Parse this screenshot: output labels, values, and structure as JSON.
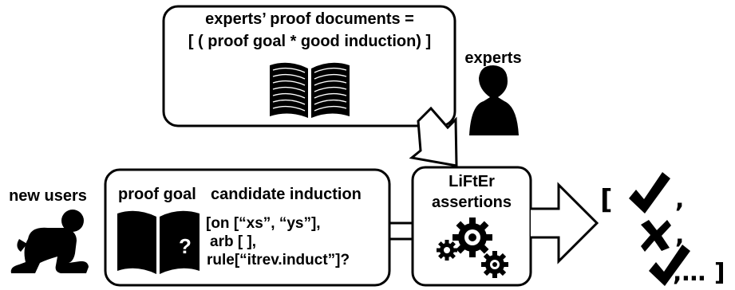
{
  "experts_box": {
    "line1": "experts’ proof documents =",
    "line2": "[ ( proof goal * good induction) ]"
  },
  "experts_label": "experts",
  "new_users_label": "new users",
  "user_box": {
    "proof_goal_label": "proof goal",
    "candidate_label": "candidate induction",
    "code_line1": "[on  [“xs”, “ys”],",
    "code_line2": "arb [ ],",
    "code_line3": "rule[“itrev.induct”]?",
    "question_mark": "?"
  },
  "lifter_box": {
    "line1": "LiFtEr",
    "line2": "assertions"
  },
  "output": {
    "open_bracket": "[",
    "comma1": ",",
    "comma2": ",",
    "tail": ",… ]",
    "marks": [
      "check",
      "cross",
      "check"
    ]
  },
  "icons": [
    "open-book-icon",
    "person-icon",
    "baby-icon",
    "gears-icon",
    "check-icon",
    "cross-icon"
  ]
}
